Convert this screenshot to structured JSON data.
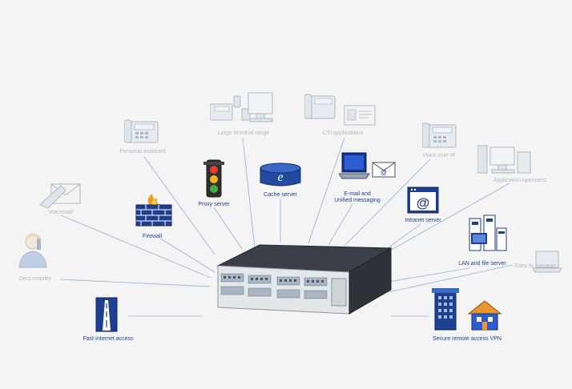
{
  "colors": {
    "background": "#f4f4f4",
    "link_line": "#8eb3d8",
    "label_active": "#1d3f8f",
    "label_faded": "#b3b7bf",
    "accent_blue": "#1f4fa6"
  },
  "hub": {
    "name": "communication-server"
  },
  "features": {
    "personal_assistant": {
      "label": "Personal assistant",
      "icon": "ip-phone-icon"
    },
    "large_terminal": {
      "label": "Large terminal range",
      "icon": "terminal-range-icon"
    },
    "cti": {
      "label": "CTI applications",
      "icon": "cti-phone-card-icon"
    },
    "voice_over_ip": {
      "label": "Voice over IP",
      "icon": "ip-phone-icon"
    },
    "application_openness": {
      "label": "Application openness",
      "icon": "computers-icon"
    },
    "voicemail": {
      "label": "Voicemail",
      "icon": "voicemail-handset-icon"
    },
    "proxy_server": {
      "label": "Proxy server",
      "icon": "traffic-light-icon"
    },
    "cache_server": {
      "label": "Cache server",
      "icon": "cache-disk-icon"
    },
    "email": {
      "label_line1": "E-mail and",
      "label_line2": "Unified messaging",
      "icon": "laptop-envelope-icon"
    },
    "intranet": {
      "label": "Intranet server",
      "icon": "at-window-icon"
    },
    "lan": {
      "label": "LAN and file server",
      "icon": "server-towers-icon"
    },
    "easy_manage": {
      "label": "Easy to manage",
      "icon": "laptop-icon"
    },
    "firewall": {
      "label": "Firewall",
      "icon": "firewall-icon"
    },
    "dect": {
      "label": "Dect mobility",
      "icon": "person-phone-icon"
    },
    "fast_internet": {
      "label": "Fast Internet access",
      "icon": "highway-icon"
    },
    "vpn": {
      "label": "Secure remote access VPN",
      "icon": "building-house-icon"
    }
  }
}
